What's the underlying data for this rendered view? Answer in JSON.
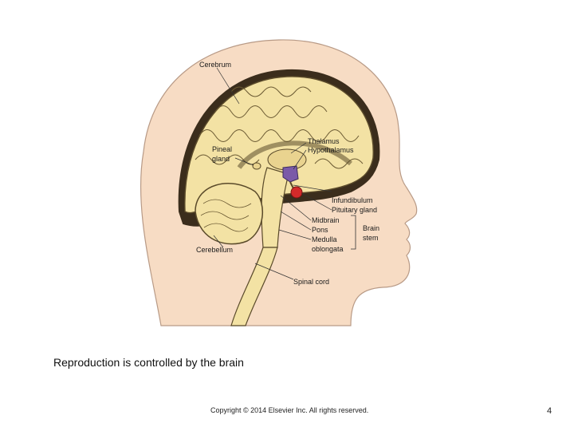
{
  "slide": {
    "caption": "Reproduction is controlled by the brain",
    "copyright": "Copyright © 2014 Elsevier Inc. All rights reserved.",
    "page_number": "4"
  },
  "diagram": {
    "labels": {
      "cerebrum": "Cerebrum",
      "thalamus": "Thalamus",
      "hypothalamus": "Hypothalamus",
      "pineal_line1": "Pineal",
      "pineal_line2": "gland",
      "infundibulum": "Infundibulum",
      "pituitary": "Pituitary gland",
      "midbrain": "Midbrain",
      "pons": "Pons",
      "medulla_line1": "Medulla",
      "medulla_line2": "oblongata",
      "brainstem_line1": "Brain",
      "brainstem_line2": "stem",
      "cerebellum": "Cerebellum",
      "spinal_cord": "Spinal cord"
    },
    "colors": {
      "skin": "#f7dcc4",
      "skin_outline": "#b89a86",
      "brain": "#f3e2a4",
      "brain_outline": "#5a4a2a",
      "hypothalamus": "#7b5aa8",
      "pituitary": "#d42a2a"
    }
  }
}
